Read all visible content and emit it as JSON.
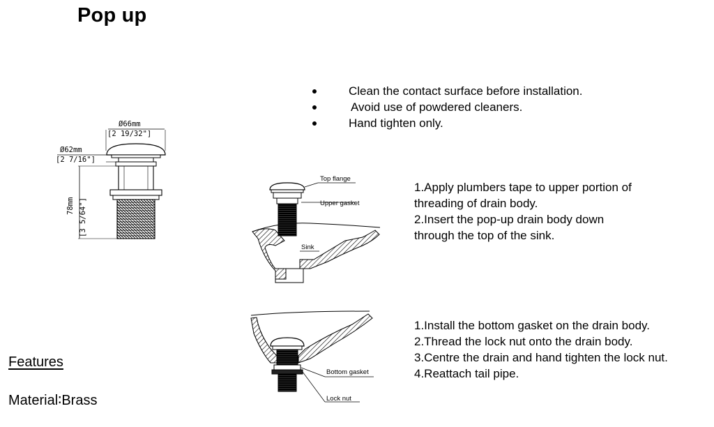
{
  "title": "Pop up",
  "tips": [
    "Clean the contact surface before installation.",
    "Avoid use of powdered cleaners.",
    "Hand tighten only."
  ],
  "dimensions": {
    "top_diameter": "Ø66mm",
    "top_diameter_in": "[2 19/32\"]",
    "flange_diameter": "Ø62mm",
    "flange_diameter_in": "[2 7/16\"]",
    "height": "78mm",
    "height_in": "[3 5/64\"]"
  },
  "diagram_labels": {
    "top_flange": "Top flange",
    "upper_gasket": "Upper gasket",
    "sink": "Sink",
    "bottom_gasket": "Bottom gasket",
    "lock_nut": "Lock nut"
  },
  "steps_upper": [
    "1.Apply plumbers tape to upper portion of",
    "threading of drain body.",
    "2.Insert the pop-up drain body down",
    "through the top of the sink."
  ],
  "steps_lower": [
    "1.Install the bottom gasket on the drain body.",
    "2.Thread the lock nut onto the drain body.",
    "3.Centre the drain and hand tighten the lock nut.",
    "4.Reattach tail pipe."
  ],
  "features_heading": "Features",
  "material": "Material∶Brass"
}
